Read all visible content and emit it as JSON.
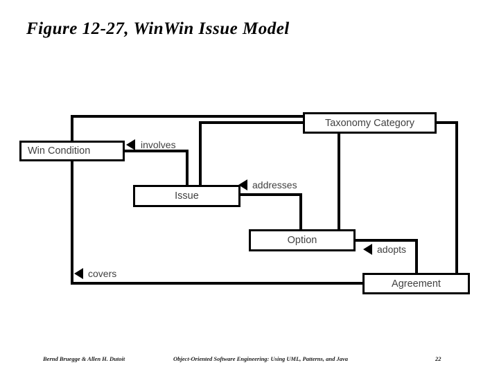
{
  "slide": {
    "title": "Figure 12-27, WinWin Issue Model"
  },
  "diagram": {
    "type": "uml-class-model",
    "nodes": {
      "taxonomy_category": "Taxonomy Category",
      "win_condition": "Win Condition",
      "issue": "Issue",
      "option": "Option",
      "agreement": "Agreement"
    },
    "association_labels": {
      "involves": "involves",
      "addresses": "addresses",
      "adopts": "adopts",
      "covers": "covers"
    },
    "associations": [
      {
        "label": "involves",
        "from": "Issue",
        "to": "Win Condition"
      },
      {
        "label": "addresses",
        "from": "Option",
        "to": "Issue"
      },
      {
        "label": "adopts",
        "from": "Agreement",
        "to": "Option"
      },
      {
        "label": "covers",
        "from": "Agreement",
        "to": "Win Condition"
      },
      {
        "label": "",
        "from": "Win Condition",
        "to": "Taxonomy Category"
      },
      {
        "label": "",
        "from": "Issue",
        "to": "Taxonomy Category"
      },
      {
        "label": "",
        "from": "Option",
        "to": "Taxonomy Category"
      },
      {
        "label": "",
        "from": "Agreement",
        "to": "Taxonomy Category"
      }
    ],
    "colors": {
      "line": "#000000",
      "node_text": "#404040",
      "background": "#ffffff"
    }
  },
  "footer": {
    "authors": "Bernd Bruegge & Allen H. Dutoit",
    "book": "Object-Oriented Software Engineering: Using UML, Patterns, and Java",
    "page": "22"
  }
}
